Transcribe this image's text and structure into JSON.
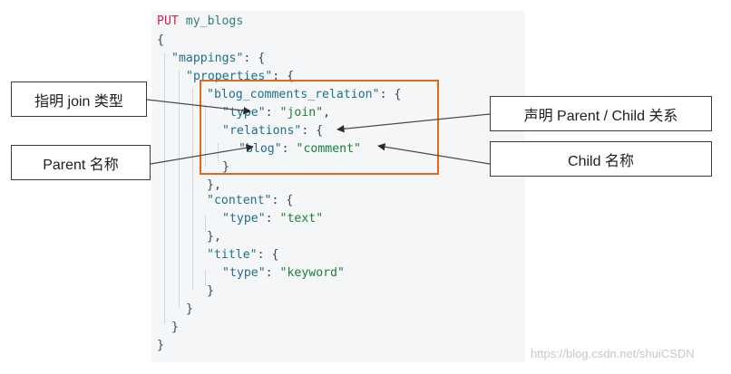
{
  "code": {
    "method": "PUT",
    "index": "my_blogs",
    "brace_open": "{",
    "brace_close": "}",
    "mappings_key": "\"mappings\"",
    "properties_key": "\"properties\"",
    "relation_field_key": "\"blog_comments_relation\"",
    "type_key": "\"type\"",
    "type_join_value": "\"join\"",
    "relations_key": "\"relations\"",
    "blog_key": "\"blog\"",
    "comment_value": "\"comment\"",
    "content_key": "\"content\"",
    "text_value": "\"text\"",
    "title_key": "\"title\"",
    "keyword_value": "\"keyword\""
  },
  "callouts": {
    "join_type": "指明 join 类型",
    "parent_name": "Parent 名称",
    "declare_relation": "声明 Parent / Child 关系",
    "child_name": "Child 名称"
  },
  "colors": {
    "highlight_border": "#e06a1c",
    "code_background": "#f5f6f8",
    "callout_border": "#3a3a3a"
  },
  "watermark": "https://blog.csdn.net/shuiCSDN"
}
